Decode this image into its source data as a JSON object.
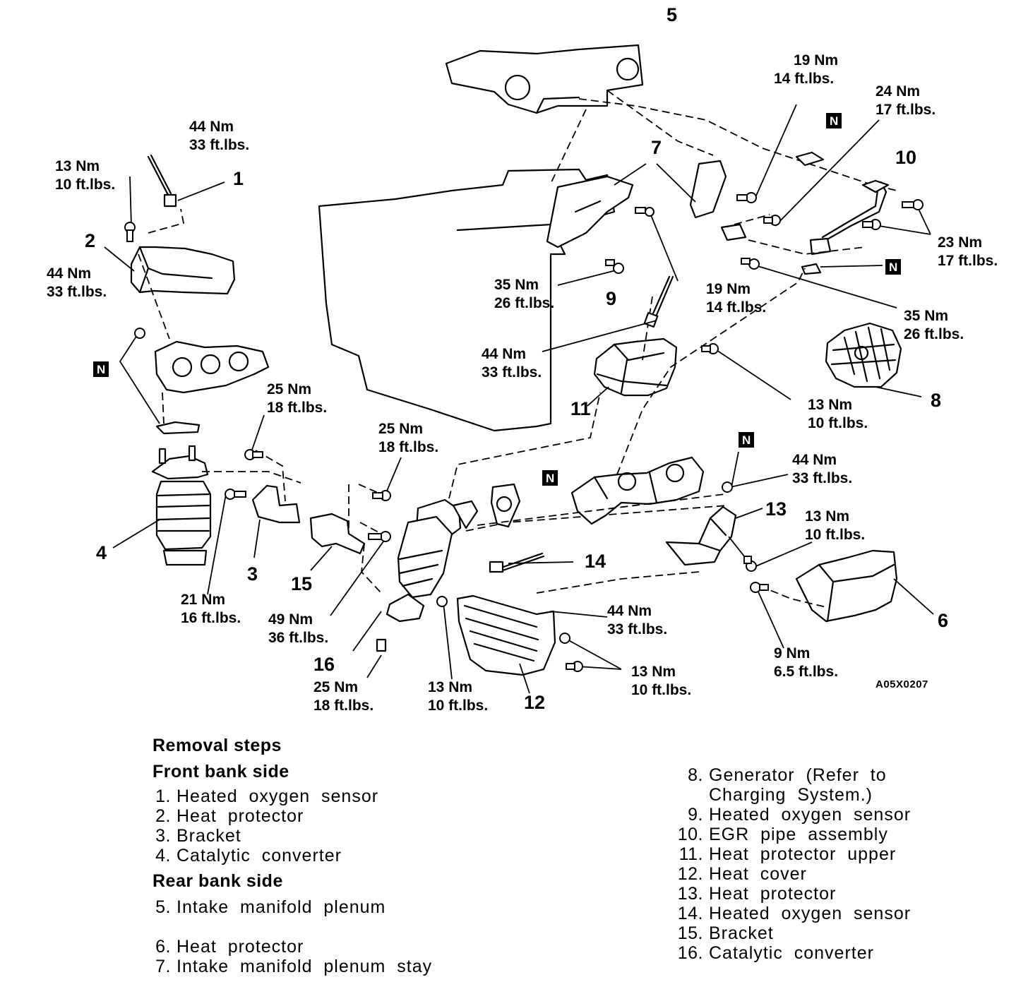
{
  "figure_code": "A05X0207",
  "new_part_mark": "N",
  "callouts": [
    "1",
    "2",
    "3",
    "4",
    "5",
    "6",
    "7",
    "8",
    "9",
    "10",
    "11",
    "12",
    "13",
    "14",
    "15",
    "16"
  ],
  "torque": {
    "t_5_19nm": [
      "19 Nm",
      "14 ft.lbs."
    ],
    "t_24nm": [
      "24 Nm",
      "17 ft.lbs."
    ],
    "t_44_top": [
      "44 Nm",
      "33 ft.lbs."
    ],
    "t_13_topleft": [
      "13 Nm",
      "10 ft.lbs."
    ],
    "t_23nm": [
      "23 Nm",
      "17 ft.lbs."
    ],
    "t_44_left": [
      "44 Nm",
      "33 ft.lbs."
    ],
    "t_35_mid": [
      "35 Nm",
      "26 ft.lbs."
    ],
    "t_19_mid": [
      "19 Nm",
      "14 ft.lbs."
    ],
    "t_35_right": [
      "35 Nm",
      "26 ft.lbs."
    ],
    "t_44_9": [
      "44 Nm",
      "33 ft.lbs."
    ],
    "t_25_a": [
      "25 Nm",
      "18 ft.lbs."
    ],
    "t_13_11": [
      "13 Nm",
      "10 ft.lbs."
    ],
    "t_25_b": [
      "25 Nm",
      "18 ft.lbs."
    ],
    "t_44_13": [
      "44 Nm",
      "33 ft.lbs."
    ],
    "t_13_6": [
      "13 Nm",
      "10 ft.lbs."
    ],
    "t_21nm": [
      "21 Nm",
      "16 ft.lbs."
    ],
    "t_49nm": [
      "49 Nm",
      "36 ft.lbs."
    ],
    "t_44_14": [
      "44 Nm",
      "33 ft.lbs."
    ],
    "t_13_12r": [
      "13 Nm",
      "10 ft.lbs."
    ],
    "t_9nm": [
      "9 Nm",
      "6.5 ft.lbs."
    ],
    "t_25_16": [
      "25 Nm",
      "18 ft.lbs."
    ],
    "t_13_12l": [
      "13 Nm",
      "10 ft.lbs."
    ]
  },
  "removal": {
    "title": "Removal steps",
    "front_heading": "Front bank side",
    "front_items": [
      {
        "n": "1.",
        "t": "Heated  oxygen  sensor"
      },
      {
        "n": "2.",
        "t": "Heat  protector"
      },
      {
        "n": "3.",
        "t": "Bracket"
      },
      {
        "n": "4.",
        "t": "Catalytic  converter"
      }
    ],
    "rear_heading": "Rear bank side",
    "rear_items_left": [
      {
        "n": "5.",
        "t": "Intake  manifold  plenum"
      },
      {
        "n": "6.",
        "t": "Heat  protector"
      },
      {
        "n": "7.",
        "t": "Intake  manifold  plenum  stay"
      }
    ],
    "rear_items_right": [
      {
        "n": "8.",
        "t": "Generator  (Refer  to\nCharging  System.)"
      },
      {
        "n": "9.",
        "t": "Heated  oxygen  sensor"
      },
      {
        "n": "10.",
        "t": "EGR  pipe  assembly"
      },
      {
        "n": "11.",
        "t": "Heat  protector  upper"
      },
      {
        "n": "12.",
        "t": "Heat  cover"
      },
      {
        "n": "13.",
        "t": "Heat  protector"
      },
      {
        "n": "14.",
        "t": "Heated  oxygen  sensor"
      },
      {
        "n": "15.",
        "t": "Bracket"
      },
      {
        "n": "16.",
        "t": "Catalytic  converter"
      }
    ]
  }
}
